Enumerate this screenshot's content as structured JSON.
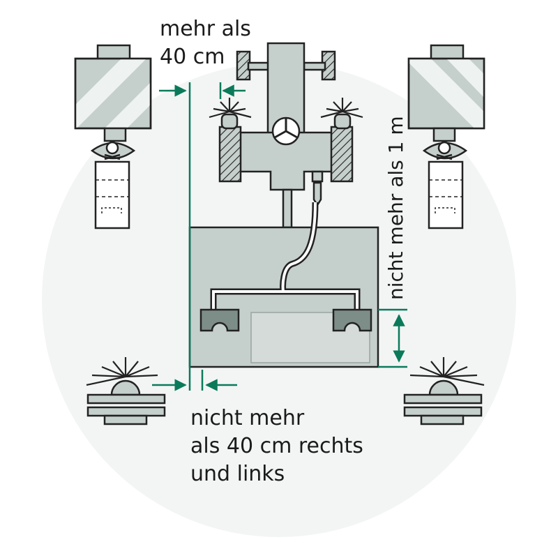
{
  "labels": {
    "top_line1": "mehr als",
    "top_line2": "40 cm",
    "right": "nicht mehr als 1 m",
    "bottom_line1": "nicht mehr",
    "bottom_line2": "als 40 cm rechts",
    "bottom_line3": "und links"
  },
  "colors": {
    "fill": "#c5cfcb",
    "fill_light": "#dde3e0",
    "outline": "#222222",
    "dimension": "#0a7a5a",
    "background_circle": "#f3f5f4"
  },
  "icons": [
    "reflective-warning-panel-icon",
    "tractor-tail-light-icon",
    "rotating-beacon-icon",
    "hitch-hook-icon"
  ]
}
